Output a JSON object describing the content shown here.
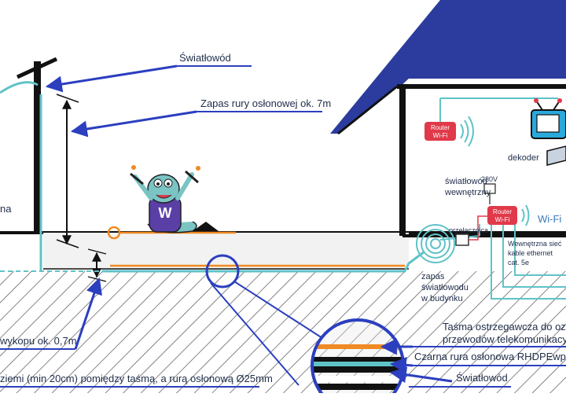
{
  "labels": {
    "fiber_top": "Światłowód",
    "reserve_pipe": "Zapas rury osłonowej ok. 7m",
    "left_cut": "na",
    "trench_depth": "wykopu ok. 0,7m",
    "bottom_note": "ziemi (min 20cm) pomiędzy taśmą, a rurą osłonową Ø25mm",
    "warning_tape_l1": "Taśma ostrzegawcza do ozna",
    "warning_tape_l2": "przewodów telekomunikacyj",
    "black_pipe": "Czarna rura osłonowa RHDPEwp, m",
    "fiber_bottom": "Światłowód",
    "internal_fiber_l1": "światłowód",
    "internal_fiber_l2": "wewnętrzny",
    "fiber_reserve_l1": "zapas",
    "fiber_reserve_l2": "światłowodu",
    "fiber_reserve_l3": "w budynku",
    "switch": "przełącznica",
    "voltage": "230V",
    "router_l1": "Router",
    "router_l2": "Wi-Fi",
    "wifi": "Wi-Fi",
    "dekoder": "dekoder",
    "internal_net_l1": "Wewnętrzna sieć",
    "internal_net_l2": "kable ethernet",
    "internal_net_l3": "cat. 5e"
  },
  "mascot": {
    "letter": "W"
  },
  "colors": {
    "arrow_blue": "#2b3fbf",
    "roof_blue": "#2c3c9e",
    "router_red": "#e03a4a",
    "fiber_cyan": "#5fc3c8",
    "tape_orange": "#f08a22",
    "tv_blue": "#2aa9dc",
    "mascot_purple": "#5a3fa6",
    "mascot_teal": "#7ac4c4"
  }
}
